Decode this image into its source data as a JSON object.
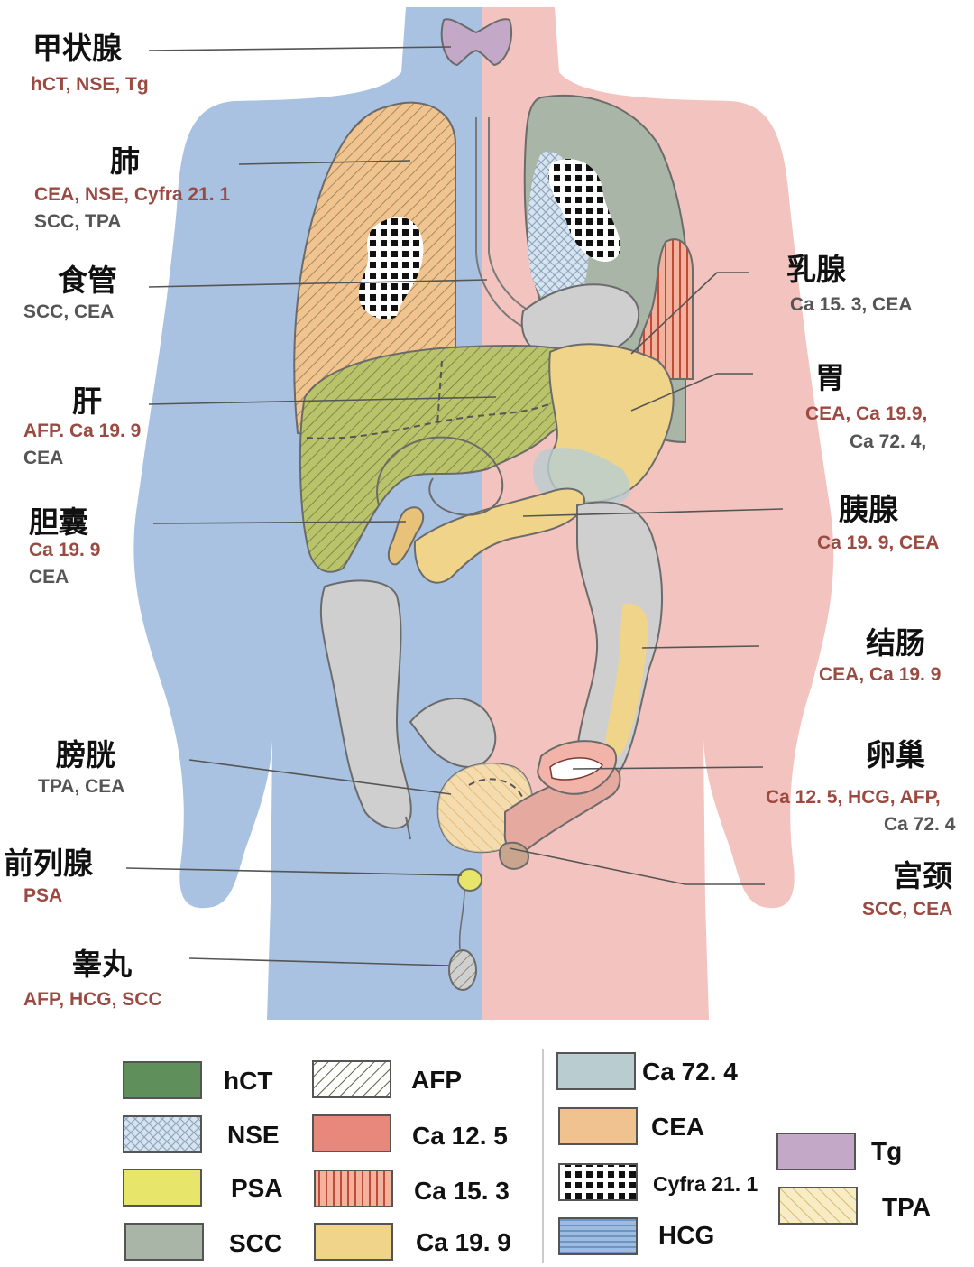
{
  "colors": {
    "left_half": "#a9c2e2",
    "right_half": "#f3c3bf",
    "organ_orange": "#f1c38f",
    "organ_gray": "#cfcfcf",
    "text_red": "#9a4a40",
    "text_dark": "#555555"
  },
  "organs": [
    {
      "id": "thyroid",
      "name": "甲状腺",
      "markers": [
        "hCT, NSE, Tg"
      ]
    },
    {
      "id": "lung",
      "name": "肺",
      "markers": [
        "CEA, NSE, Cyfra 21. 1",
        "SCC, TPA"
      ]
    },
    {
      "id": "esophagus",
      "name": "食管",
      "markers": [
        "SCC, CEA"
      ]
    },
    {
      "id": "liver",
      "name": "肝",
      "markers": [
        "AFP. Ca 19. 9",
        "CEA"
      ]
    },
    {
      "id": "gallbladder",
      "name": "胆囊",
      "markers": [
        "Ca 19. 9",
        "CEA"
      ]
    },
    {
      "id": "bladder",
      "name": "膀胱",
      "markers": [
        "TPA, CEA"
      ]
    },
    {
      "id": "prostate",
      "name": "前列腺",
      "markers": [
        "PSA"
      ]
    },
    {
      "id": "testis",
      "name": "睾丸",
      "markers": [
        "AFP, HCG, SCC"
      ]
    },
    {
      "id": "breast",
      "name": "乳腺",
      "markers": [
        "Ca 15. 3, CEA"
      ]
    },
    {
      "id": "stomach",
      "name": "胃",
      "markers": [
        "CEA, Ca 19.9,",
        "Ca 72. 4,"
      ]
    },
    {
      "id": "pancreas",
      "name": "胰腺",
      "markers": [
        "Ca 19. 9, CEA"
      ]
    },
    {
      "id": "colon",
      "name": "结肠",
      "markers": [
        "CEA, Ca 19. 9"
      ]
    },
    {
      "id": "ovary",
      "name": "卵巢",
      "markers": [
        "Ca 12. 5, HCG, AFP,",
        "Ca 72. 4"
      ]
    },
    {
      "id": "cervix",
      "name": "宫颈",
      "markers": [
        "SCC, CEA"
      ]
    }
  ],
  "legend": [
    {
      "label": "hCT",
      "pattern": "solid",
      "color": "#5f8f5a"
    },
    {
      "label": "NSE",
      "pattern": "crosshatch",
      "color": "#bcd3e6"
    },
    {
      "label": "PSA",
      "pattern": "solid",
      "color": "#e7e56a"
    },
    {
      "label": "SCC",
      "pattern": "solid",
      "color": "#a9b5a6"
    },
    {
      "label": "AFP",
      "pattern": "diagonal",
      "color": "#f0f0ea"
    },
    {
      "label": "Ca 12. 5",
      "pattern": "solid",
      "color": "#e8877b"
    },
    {
      "label": "Ca 15. 3",
      "pattern": "vertical",
      "color": "#f2b29e"
    },
    {
      "label": "Ca 19. 9",
      "pattern": "solid",
      "color": "#efd48a"
    },
    {
      "label": "Ca 72. 4",
      "pattern": "solid",
      "color": "#b9cdd1"
    },
    {
      "label": "CEA",
      "pattern": "solid",
      "color": "#f0c290"
    },
    {
      "label": "Cyfra 21. 1",
      "pattern": "dots",
      "color": "#ffffff"
    },
    {
      "label": "HCG",
      "pattern": "horizontal",
      "color": "#8fb3dc"
    },
    {
      "label": "Tg",
      "pattern": "solid",
      "color": "#c3a9c7"
    },
    {
      "label": "TPA",
      "pattern": "diagonal-light",
      "color": "#f7ecc4"
    }
  ]
}
